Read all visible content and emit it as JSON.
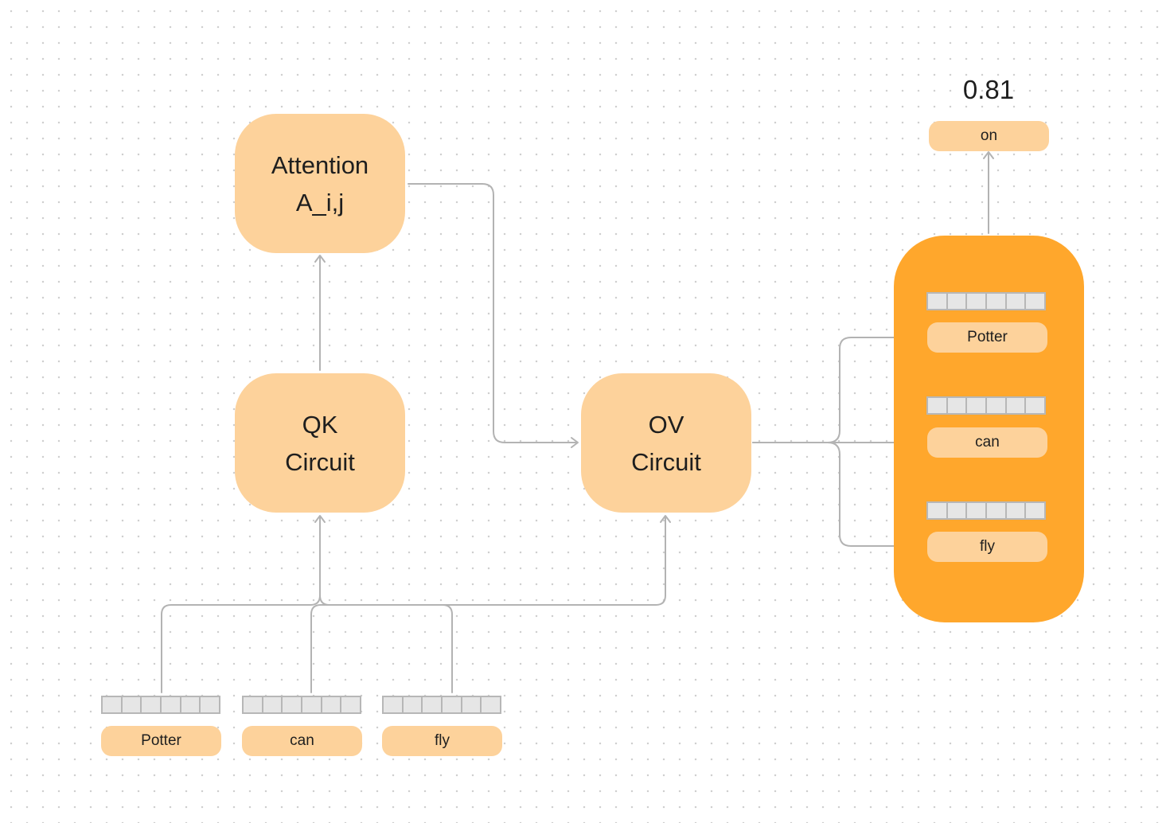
{
  "nodes": {
    "attention": {
      "line1": "Attention",
      "line2": "A_i,j"
    },
    "qk": {
      "line1": "QK",
      "line2": "Circuit"
    },
    "ov": {
      "line1": "OV",
      "line2": "Circuit"
    }
  },
  "input_tokens": [
    "Potter",
    "can",
    "fly"
  ],
  "output_panel_tokens": [
    "Potter",
    "can",
    "fly"
  ],
  "output": {
    "token": "on",
    "score": "0.81"
  },
  "colors": {
    "node_fill": "#fdd29b",
    "panel_fill": "#ffa72c",
    "edge": "#b3b3b3",
    "vector_cell": "#e6e6e6"
  }
}
